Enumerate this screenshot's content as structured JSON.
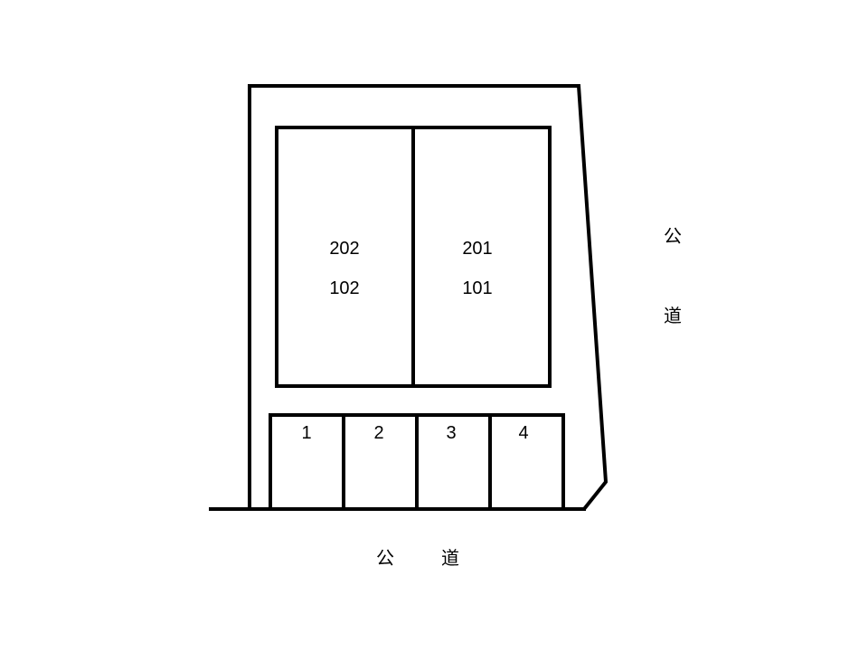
{
  "units": {
    "left_upper": "202",
    "left_lower": "102",
    "right_upper": "201",
    "right_lower": "101"
  },
  "parking": {
    "spaces": [
      "1",
      "2",
      "3",
      "4"
    ]
  },
  "roads": {
    "east": [
      "公",
      "道"
    ],
    "south": [
      "公",
      "道"
    ]
  },
  "colors": {
    "line": "#000000",
    "background": "#ffffff"
  }
}
